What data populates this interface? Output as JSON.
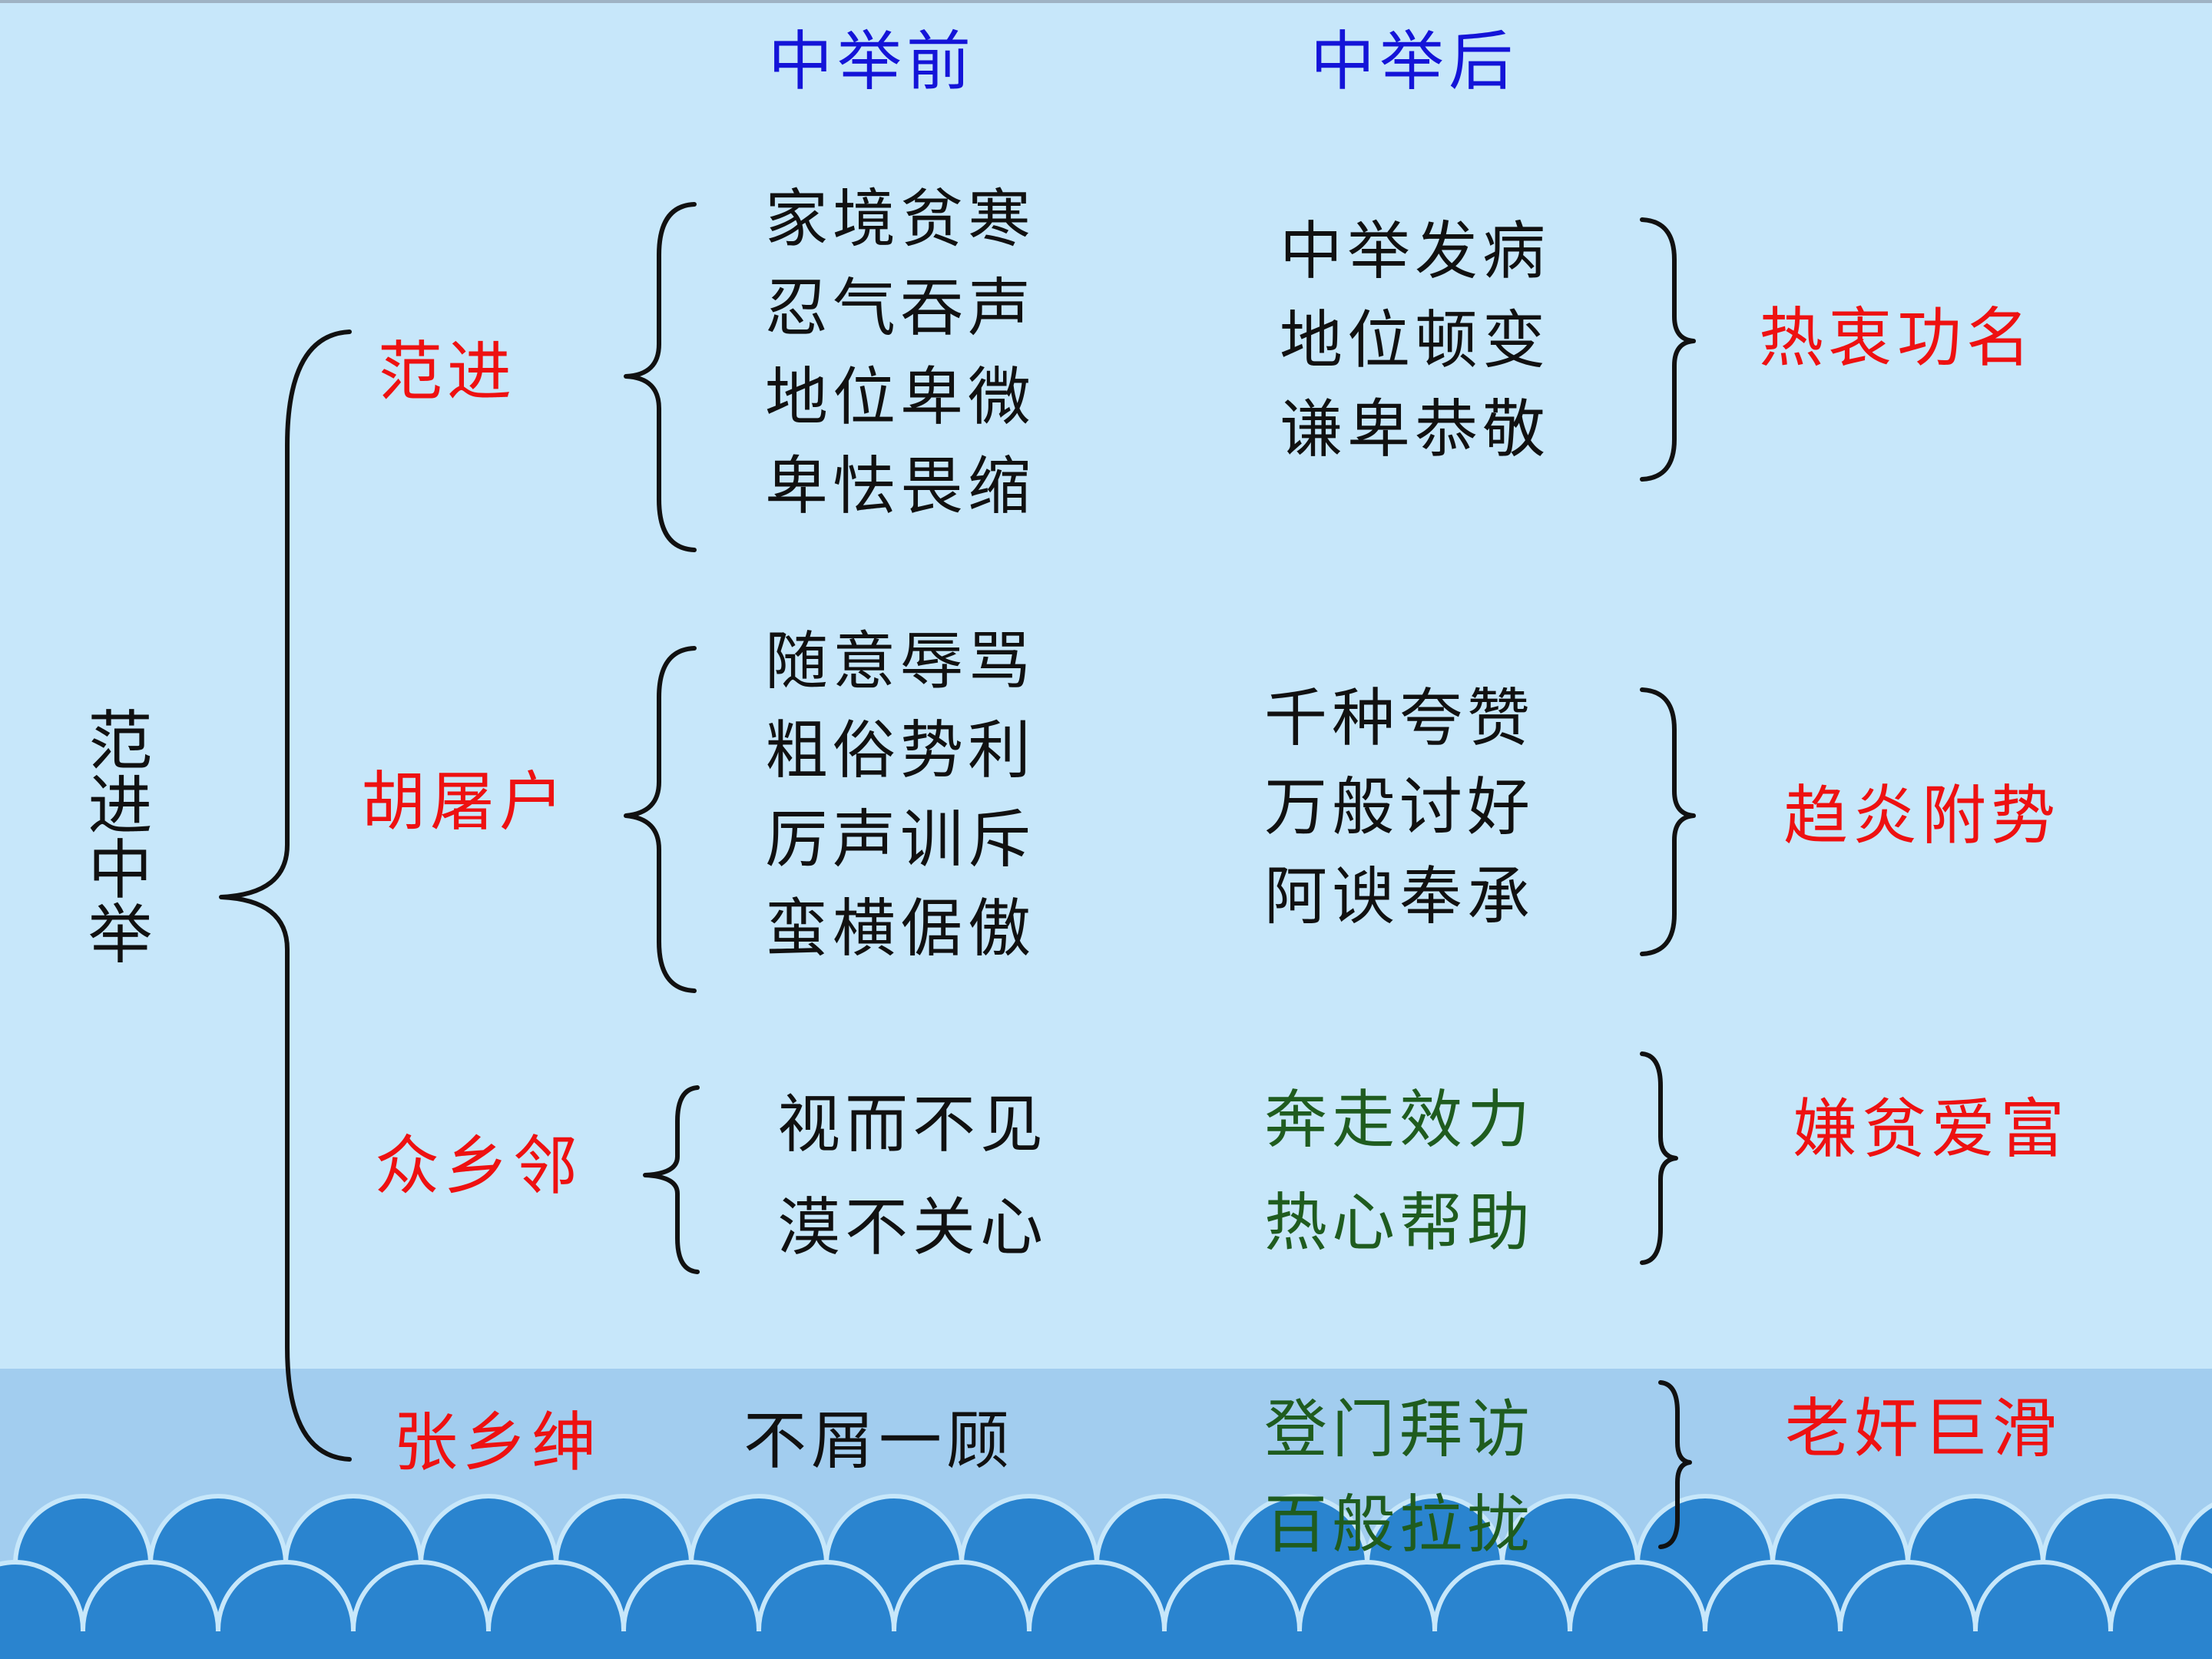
{
  "header": {
    "before": "中举前",
    "after": "中举后"
  },
  "root": "范进中举",
  "groups": [
    {
      "name": "范进",
      "before": [
        "家境贫寒",
        "忍气吞声",
        "地位卑微",
        "卑怯畏缩"
      ],
      "after": [
        "中举发病",
        "地位顿变",
        "谦卑恭敬"
      ],
      "summary": "热衷功名"
    },
    {
      "name": "胡屠户",
      "before": [
        "随意辱骂",
        "粗俗势利",
        "厉声训斥",
        "蛮横倨傲"
      ],
      "after": [
        "千种夸赞",
        "万般讨好",
        "阿谀奉承"
      ],
      "summary": "趋炎附势"
    },
    {
      "name": "众乡邻",
      "before": [
        "视而不见",
        "漠不关心"
      ],
      "after": [
        "奔走效力",
        "热心帮助"
      ],
      "summary": "嫌贫爱富"
    },
    {
      "name": "张乡绅",
      "before": [
        "不屑一顾"
      ],
      "after": [
        "登门拜访",
        "百般拉拢"
      ],
      "summary": "老奸巨滑"
    }
  ],
  "colors": {
    "background_light": "#c7e7fa",
    "background_band": "#a2cdef",
    "wave": "#2a84cf",
    "header_text": "#1414d8",
    "group_text": "#ee1111",
    "green_text": "#1f5c1f",
    "black_text": "#111111"
  }
}
